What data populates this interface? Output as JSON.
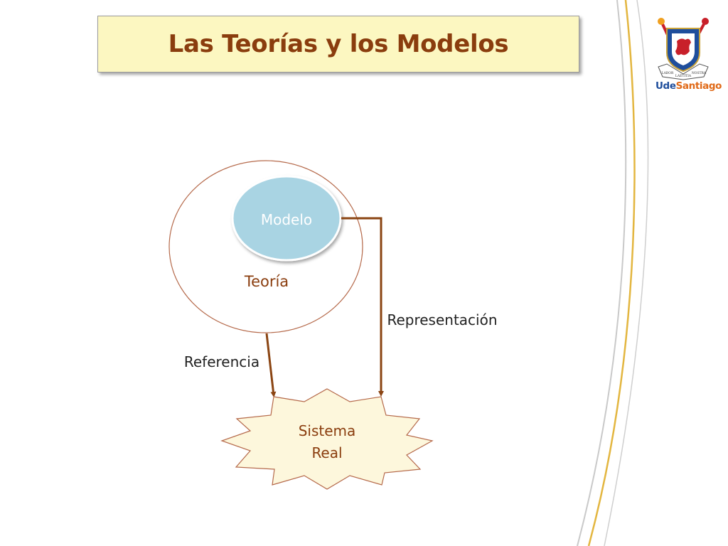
{
  "title": "Las Teorías y los Modelos",
  "diagram": {
    "modelo": "Modelo",
    "teoria": "Teoría",
    "representacion": "Representación",
    "referencia": "Referencia",
    "sistema_line1": "Sistema",
    "sistema_line2": "Real"
  },
  "logo": {
    "brand_prefix": "Ude",
    "brand_suffix": "Santiago",
    "motto_left": "LABOR",
    "motto_center": "LAETITIA",
    "motto_right": "NOSTRA"
  },
  "colors": {
    "title_text": "#8a3d0e",
    "title_bg": "#fcf7c1",
    "arrow": "#8b4513",
    "modelo_fill": "#a9d4e3",
    "star_fill": "#fdf7dc",
    "logo_orange": "#e06a18",
    "logo_blue": "#1f4e9c"
  }
}
